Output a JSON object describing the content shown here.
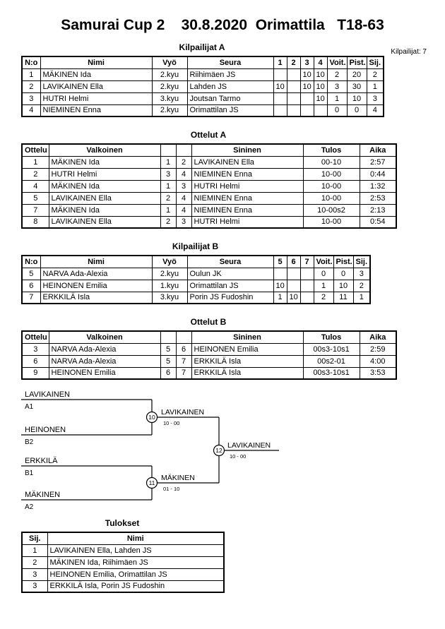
{
  "page": {
    "title": "Samurai Cup 2    30.8.2020  Orimattila   T18-63",
    "competitors_count_label": "Kilpailijat: 7"
  },
  "sections": {
    "kilpailijatA": {
      "heading": "Kilpailijat A",
      "headers": [
        "N:o",
        "Nimi",
        "Vyö",
        "Seura",
        "1",
        "2",
        "3",
        "4",
        "Voit.",
        "Pist.",
        "Sij."
      ],
      "rows": [
        [
          "1",
          "MÄKINEN Ida",
          "2.kyu",
          "Riihimäen JS",
          "",
          "",
          "10",
          "10",
          "2",
          "20",
          "2"
        ],
        [
          "2",
          "LAVIKAINEN Ella",
          "2.kyu",
          "Lahden JS",
          "10",
          "",
          "10",
          "10",
          "3",
          "30",
          "1"
        ],
        [
          "3",
          "HUTRI Helmi",
          "3.kyu",
          "Joutsan Tarmo",
          "",
          "",
          "",
          "10",
          "1",
          "10",
          "3"
        ],
        [
          "4",
          "NIEMINEN Enna",
          "2.kyu",
          "Orimattilan JS",
          "",
          "",
          "",
          "",
          "0",
          "0",
          "4"
        ]
      ]
    },
    "ottelutA": {
      "heading": "Ottelut A",
      "headers": [
        "Ottelu",
        "Valkoinen",
        "",
        "",
        "Sininen",
        "Tulos",
        "Aika"
      ],
      "rows": [
        [
          "1",
          "MÄKINEN Ida",
          "1",
          "2",
          "LAVIKAINEN Ella",
          "00-10",
          "2:57"
        ],
        [
          "2",
          "HUTRI Helmi",
          "3",
          "4",
          "NIEMINEN Enna",
          "10-00",
          "0:44"
        ],
        [
          "4",
          "MÄKINEN Ida",
          "1",
          "3",
          "HUTRI Helmi",
          "10-00",
          "1:32"
        ],
        [
          "5",
          "LAVIKAINEN Ella",
          "2",
          "4",
          "NIEMINEN Enna",
          "10-00",
          "2:53"
        ],
        [
          "7",
          "MÄKINEN Ida",
          "1",
          "4",
          "NIEMINEN Enna",
          "10-00s2",
          "2:13"
        ],
        [
          "8",
          "LAVIKAINEN Ella",
          "2",
          "3",
          "HUTRI Helmi",
          "10-00",
          "0:54"
        ]
      ]
    },
    "kilpailijatB": {
      "heading": "Kilpailijat B",
      "headers": [
        "N:o",
        "Nimi",
        "Vyö",
        "Seura",
        "5",
        "6",
        "7",
        "Voit.",
        "Pist.",
        "Sij."
      ],
      "rows": [
        [
          "5",
          "NARVA Ada-Alexia",
          "2.kyu",
          "Oulun JK",
          "",
          "",
          "",
          "0",
          "0",
          "3"
        ],
        [
          "6",
          "HEINONEN Emilia",
          "1.kyu",
          "Orimattilan JS",
          "10",
          "",
          "",
          "1",
          "10",
          "2"
        ],
        [
          "7",
          "ERKKILÄ Isla",
          "3.kyu",
          "Porin JS Fudoshin",
          "1",
          "10",
          "",
          "2",
          "11",
          "1"
        ]
      ]
    },
    "ottelutB": {
      "heading": "Ottelut B",
      "headers": [
        "Ottelu",
        "Valkoinen",
        "",
        "",
        "Sininen",
        "Tulos",
        "Aika"
      ],
      "rows": [
        [
          "3",
          "NARVA Ada-Alexia",
          "5",
          "6",
          "HEINONEN Emilia",
          "00s3-10s1",
          "2:59"
        ],
        [
          "6",
          "NARVA Ada-Alexia",
          "5",
          "7",
          "ERKKILÄ Isla",
          "00s2-01",
          "4:00"
        ],
        [
          "9",
          "HEINONEN Emilia",
          "6",
          "7",
          "ERKKILÄ Isla",
          "00s3-10s1",
          "3:53"
        ]
      ]
    },
    "tulokset": {
      "heading": "Tulokset",
      "headers": [
        "Sij.",
        "Nimi"
      ],
      "rows": [
        [
          "1",
          "LAVIKAINEN Ella, Lahden JS"
        ],
        [
          "2",
          "MÄKINEN Ida, Riihimäen JS"
        ],
        [
          "3",
          "HEINONEN Emilia, Orimattilan JS"
        ],
        [
          "3",
          "ERKKILÄ Isla, Porin JS Fudoshin"
        ]
      ]
    }
  },
  "bracket": {
    "semi1": {
      "top_name": "LAVIKAINEN",
      "top_seed": "A1",
      "bottom_name": "HEINONEN",
      "bottom_seed": "B2",
      "match_no": "10",
      "winner": "LAVIKAINEN",
      "score": "10 - 00"
    },
    "semi2": {
      "top_name": "ERKKILÄ",
      "top_seed": "B1",
      "bottom_name": "MÄKINEN",
      "bottom_seed": "A2",
      "match_no": "11",
      "winner": "MÄKINEN",
      "score": "01 - 10"
    },
    "final": {
      "match_no": "12",
      "winner": "LAVIKAINEN",
      "score": "10 - 00"
    }
  }
}
